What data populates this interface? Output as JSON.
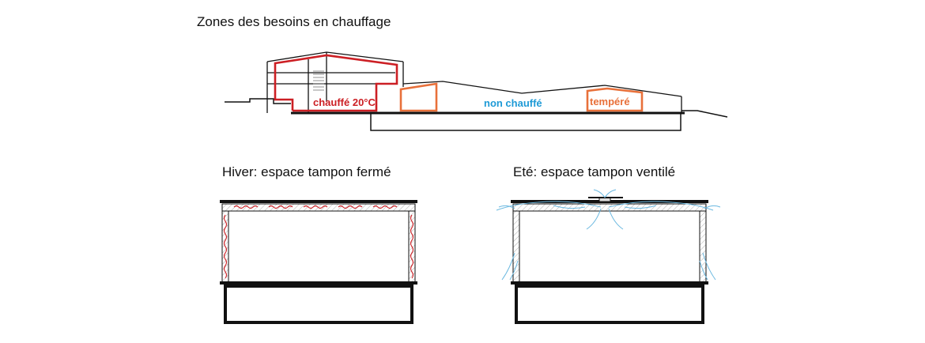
{
  "titles": {
    "main": "Zones des besoins en chauffage",
    "winter": "Hiver: espace tampon fermé",
    "summer": "Eté: espace tampon ventilé"
  },
  "zones": {
    "heated": "chauffé 20°C",
    "unheated": "non chauffé",
    "tempered": "tempéré"
  },
  "colors": {
    "heated": "#cc1f24",
    "unheated": "#1e9ad6",
    "tempered": "#e8703a",
    "line": "#111111",
    "airflow": "#6ab8e0"
  }
}
